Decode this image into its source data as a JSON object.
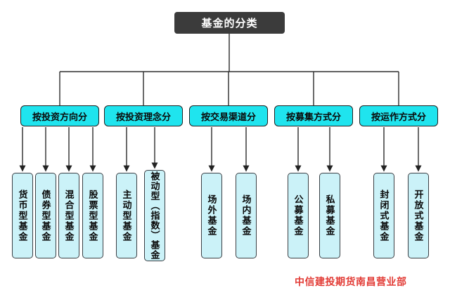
{
  "title": "基金的分类",
  "colors": {
    "root_bg": "#3b3b3b",
    "root_text": "#ffffff",
    "category_bg": "#1fe4ee",
    "leaf_bg": "#cbf2f8",
    "line": "#2b2b2b",
    "footer_text": "#e23b35"
  },
  "tree": {
    "root": "基金的分类",
    "categories": [
      {
        "label": "按投资方向分",
        "children": [
          "货币型基金",
          "债券型基金",
          "混合型基金",
          "股票型基金"
        ]
      },
      {
        "label": "按投资理念分",
        "children": [
          "主动型基金",
          "被动型（指数）基金"
        ]
      },
      {
        "label": "按交易渠道分",
        "children": [
          "场外基金",
          "场内基金"
        ]
      },
      {
        "label": "按募集方式分",
        "children": [
          "公募基金",
          "私募基金"
        ]
      },
      {
        "label": "按运作方式分",
        "children": [
          "封闭式基金",
          "开放式基金"
        ]
      }
    ]
  },
  "footer": {
    "text": "中信建投期货南昌营业部"
  }
}
